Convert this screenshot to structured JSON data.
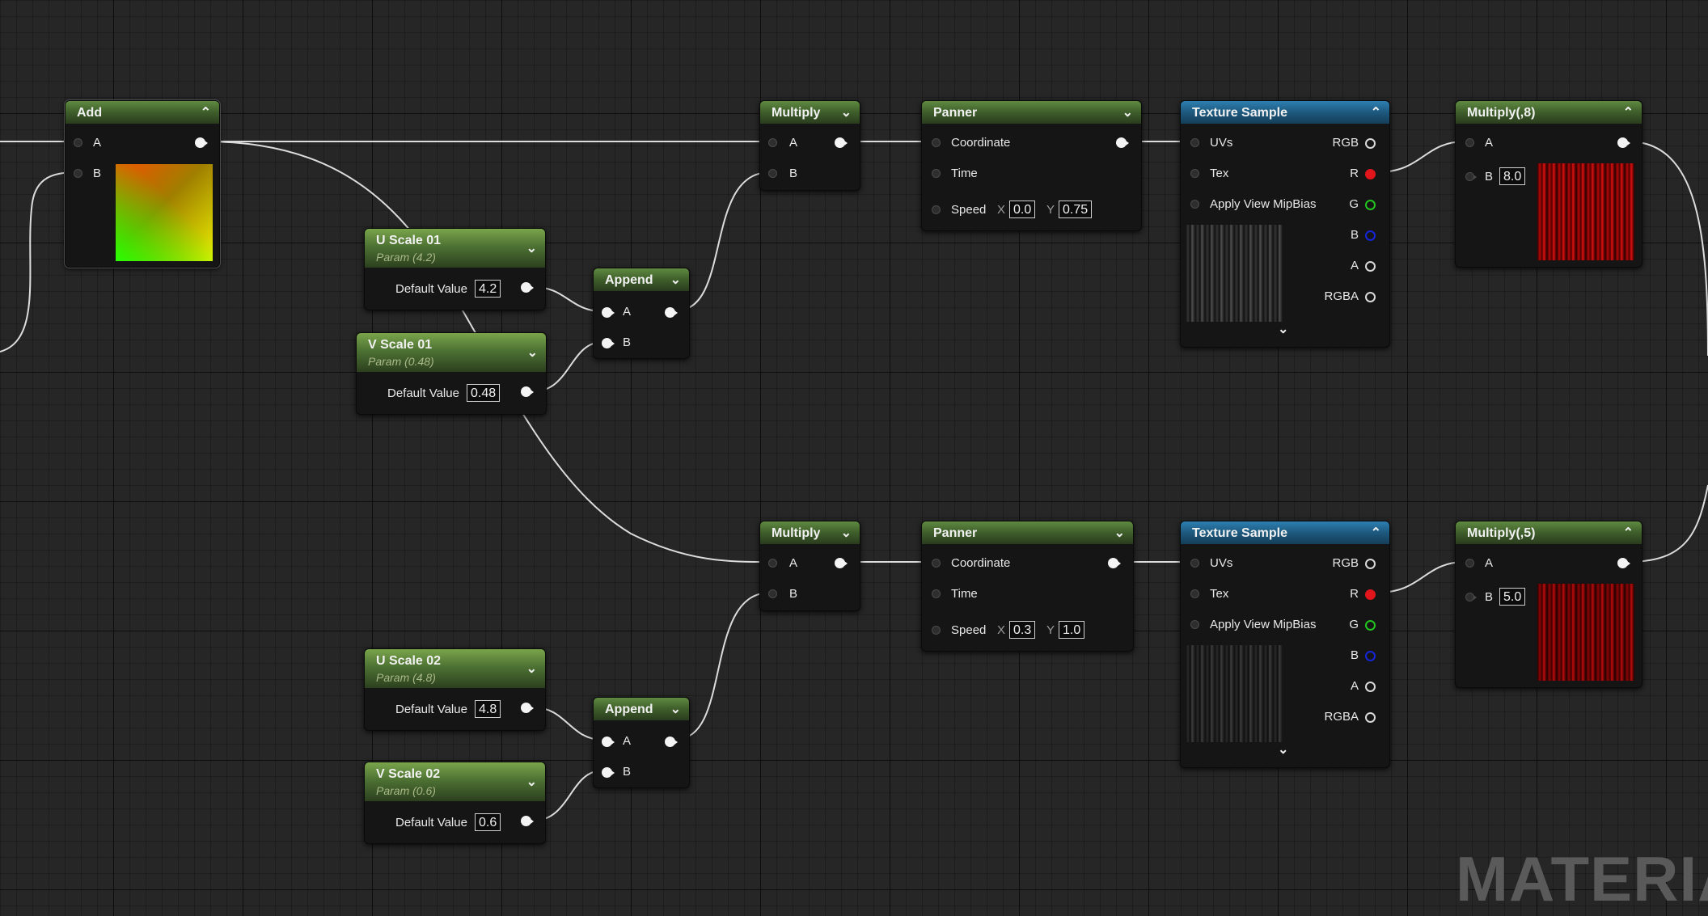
{
  "nodes": {
    "add": {
      "title": "Add",
      "pin_a": "A",
      "pin_b": "B"
    },
    "u_scale_01": {
      "title": "U Scale 01",
      "subtitle": "Param (4.2)",
      "field_label": "Default Value",
      "value": "4.2"
    },
    "v_scale_01": {
      "title": "V Scale 01",
      "subtitle": "Param (0.48)",
      "field_label": "Default Value",
      "value": "0.48"
    },
    "append_1": {
      "title": "Append",
      "pin_a": "A",
      "pin_b": "B"
    },
    "multiply_1": {
      "title": "Multiply",
      "pin_a": "A",
      "pin_b": "B"
    },
    "panner_1": {
      "title": "Panner",
      "coordinate": "Coordinate",
      "time": "Time",
      "speed": "Speed",
      "x_label": "X",
      "y_label": "Y",
      "speed_x": "0.0",
      "speed_y": "0.75"
    },
    "texture_sample_1": {
      "title": "Texture Sample",
      "in_uvs": "UVs",
      "in_tex": "Tex",
      "in_mip": "Apply View MipBias",
      "out_rgb": "RGB",
      "out_r": "R",
      "out_g": "G",
      "out_b": "B",
      "out_a": "A",
      "out_rgba": "RGBA"
    },
    "multiply_8": {
      "title": "Multiply(,8)",
      "pin_a": "A",
      "pin_b": "B",
      "b_value": "8.0"
    },
    "multiply_2": {
      "title": "Multiply",
      "pin_a": "A",
      "pin_b": "B"
    },
    "panner_2": {
      "title": "Panner",
      "coordinate": "Coordinate",
      "time": "Time",
      "speed": "Speed",
      "x_label": "X",
      "y_label": "Y",
      "speed_x": "0.3",
      "speed_y": "1.0"
    },
    "texture_sample_2": {
      "title": "Texture Sample",
      "in_uvs": "UVs",
      "in_tex": "Tex",
      "in_mip": "Apply View MipBias",
      "out_rgb": "RGB",
      "out_r": "R",
      "out_g": "G",
      "out_b": "B",
      "out_a": "A",
      "out_rgba": "RGBA"
    },
    "multiply_5": {
      "title": "Multiply(,5)",
      "pin_a": "A",
      "pin_b": "B",
      "b_value": "5.0"
    },
    "u_scale_02": {
      "title": "U Scale 02",
      "subtitle": "Param (4.8)",
      "field_label": "Default Value",
      "value": "4.8"
    },
    "v_scale_02": {
      "title": "V Scale 02",
      "subtitle": "Param (0.6)",
      "field_label": "Default Value",
      "value": "0.6"
    },
    "append_2": {
      "title": "Append",
      "pin_a": "A",
      "pin_b": "B"
    }
  },
  "watermark": "MATERIAL",
  "colors": {
    "header_green": "#4d7233",
    "header_blue": "#1e5a7f",
    "pin_red": "#e0161c",
    "pin_green": "#22c41f",
    "pin_blue": "#1526d8",
    "wire": "#dcdcdc",
    "background": "#262626"
  }
}
